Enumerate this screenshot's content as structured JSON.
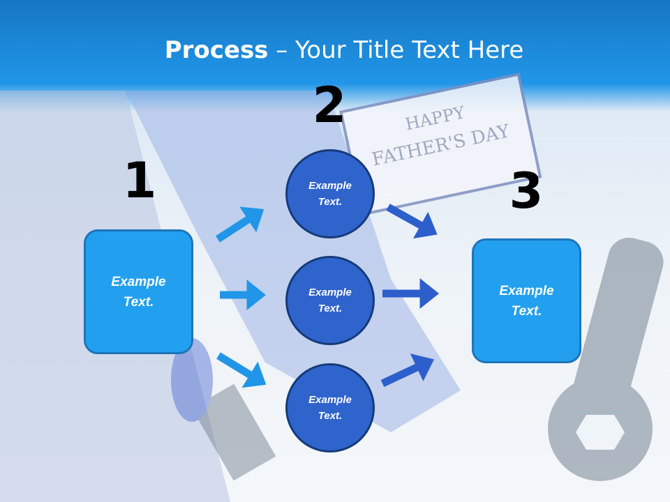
{
  "title": {
    "bold": "Process",
    "rest": " – Your Title Text Here"
  },
  "numbers": [
    "1",
    "2",
    "3"
  ],
  "card_text": "HAPPY FATHER'S DAY",
  "step1": {
    "text1": "Example",
    "text2": "Text."
  },
  "step2": [
    {
      "text1": "Example",
      "text2": "Text."
    },
    {
      "text1": "Example",
      "text2": "Text."
    },
    {
      "text1": "Example",
      "text2": "Text."
    }
  ],
  "step3": {
    "text1": "Example",
    "text2": "Text."
  },
  "colors": {
    "header": "#2196e8",
    "box": "#22a0ef",
    "circle": "#2f64cc",
    "arrow_left": "#2196e8",
    "arrow_right": "#2c5fcc"
  }
}
